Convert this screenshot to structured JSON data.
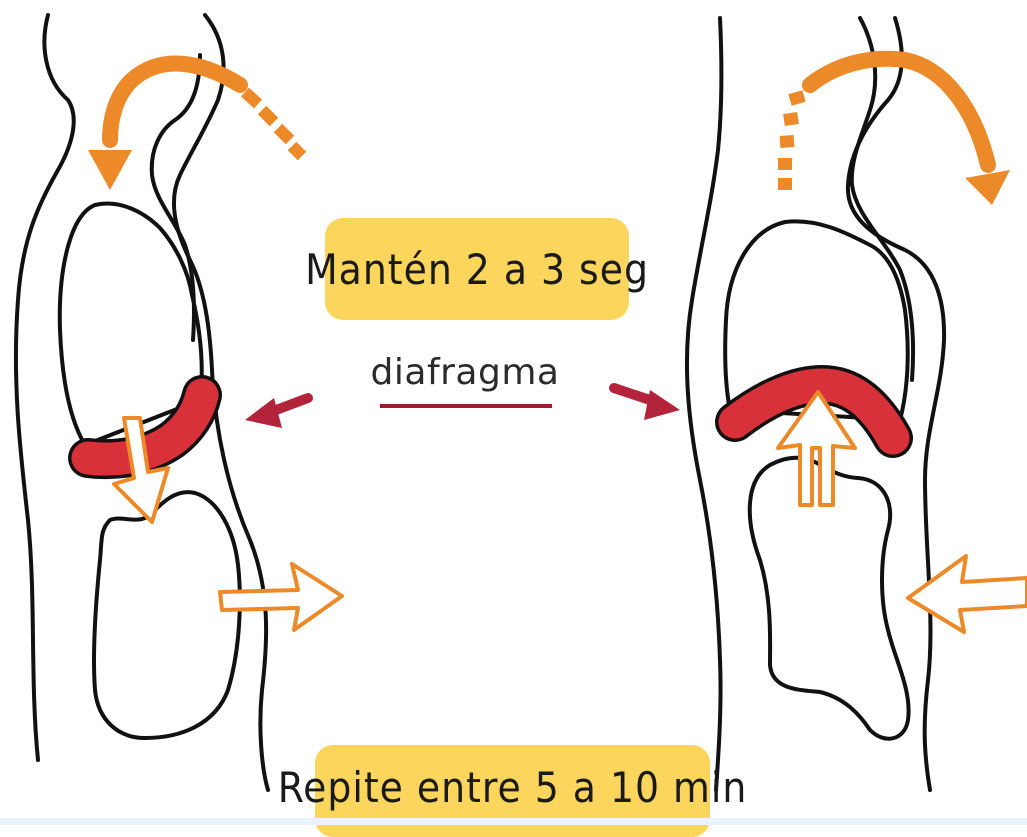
{
  "labels": {
    "hold": "Mantén 2 a 3 seg",
    "diaphragm": "diafragma",
    "repeat": "Repite entre 5 a 10 min"
  },
  "colors": {
    "outline": "#111111",
    "breath_arrow": "#ec8a2a",
    "diaphragm": "#d9313a",
    "pointer_arrow": "#b3233a",
    "label_background": "#fbd55c",
    "bottom_strip": "#e8f3fc"
  },
  "figures": [
    {
      "name": "inhale-figure",
      "phase": "inhale",
      "diaphragm_state": "contracted-down",
      "abdomen_motion": "outward"
    },
    {
      "name": "exhale-figure",
      "phase": "exhale",
      "diaphragm_state": "relaxed-dome-up",
      "abdomen_motion": "inward"
    }
  ]
}
